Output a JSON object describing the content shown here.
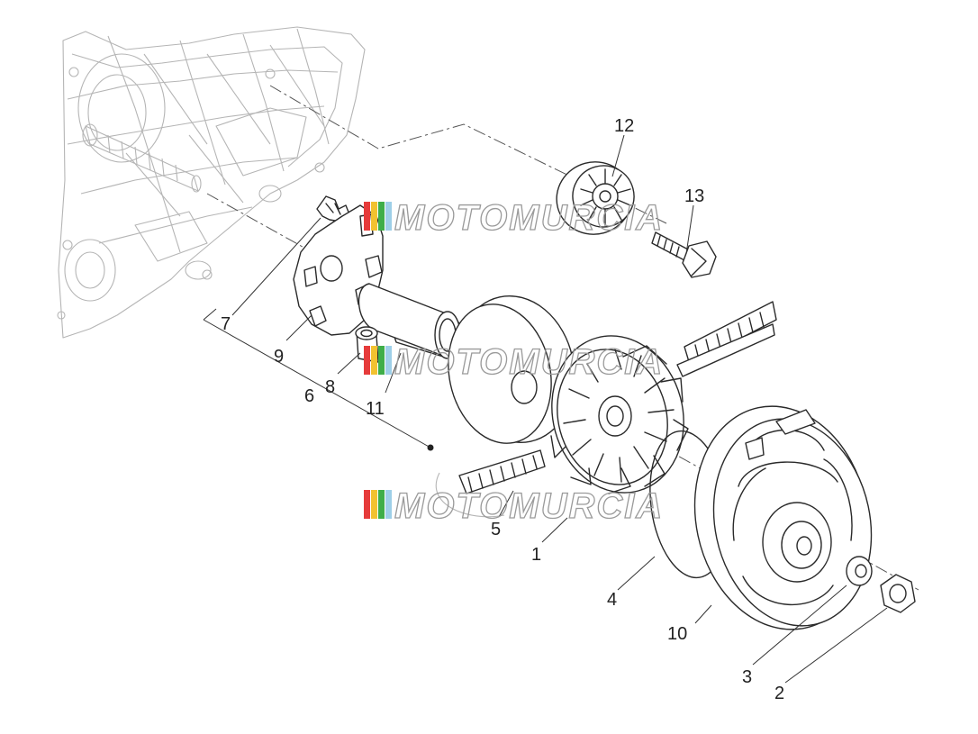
{
  "watermark": {
    "text": "MOTOMURCIA",
    "stripe_colors": [
      "#e63b3b",
      "#f2c230",
      "#3fae49",
      "#9ecfe8"
    ]
  },
  "callouts": [
    {
      "label": "1"
    },
    {
      "label": "2"
    },
    {
      "label": "3"
    },
    {
      "label": "4"
    },
    {
      "label": "5"
    },
    {
      "label": "6"
    },
    {
      "label": "7"
    },
    {
      "label": "8"
    },
    {
      "label": "9"
    },
    {
      "label": "10"
    },
    {
      "label": "11"
    },
    {
      "label": "12"
    },
    {
      "label": "13"
    }
  ]
}
